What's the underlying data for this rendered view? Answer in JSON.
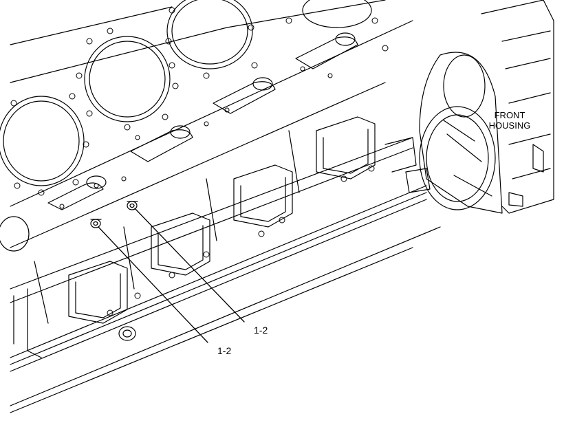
{
  "labels": {
    "front_housing": [
      "FRONT",
      "HOUSING"
    ],
    "callouts": [
      "1-2",
      "1-2"
    ]
  },
  "colors": {
    "ink": "#000000",
    "paper": "#ffffff"
  }
}
